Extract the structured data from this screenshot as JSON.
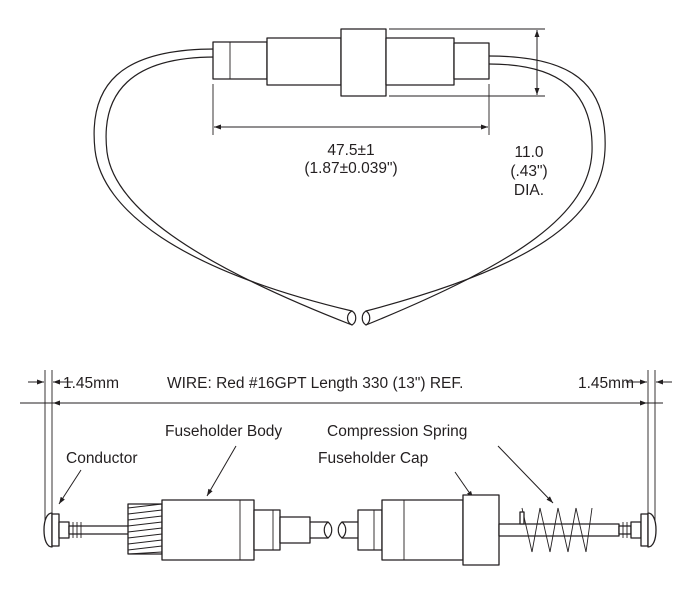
{
  "top_view": {
    "length_dim": "47.5±1",
    "length_dim_inch": "(1.87±0.039\")",
    "dia_dim": "11.0",
    "dia_dim_inch": "(.43\")",
    "dia_suffix": "DIA."
  },
  "side_view": {
    "left_gap": "1.45mm",
    "right_gap": "1.45mm",
    "wire_spec": "WIRE: Red #16GPT Length 330 (13\") REF.",
    "labels": {
      "fuseholder_body": "Fuseholder Body",
      "compression_spring": "Compression Spring",
      "conductor": "Conductor",
      "fuseholder_cap": "Fuseholder Cap"
    }
  }
}
